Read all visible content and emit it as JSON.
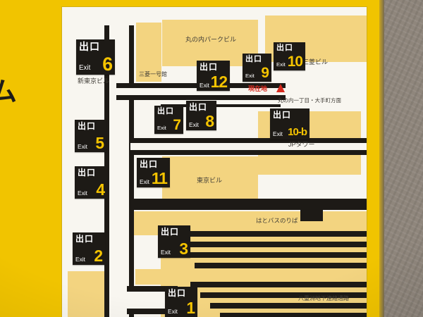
{
  "sign": {
    "partial_side_text": "ム"
  },
  "map": {
    "current_location_label": "現在地",
    "direction_label": "丸の内一丁目・大手町方面",
    "labels": {
      "marunouchi_park_bldg": "丸の内パークビル",
      "mitsubishi_bldg": "三菱ビル",
      "shin_tokyo_bldg": "新東京ビル",
      "mitsubishi_ichigokan": "三菱一号館",
      "jp_tower": "JPタワー",
      "tokyo_bldg": "東京ビル",
      "hato_bus_stop": "はとバスのりば",
      "yaesu_passage": "八重洲地下連絡通路"
    },
    "exits": [
      {
        "jp": "出口",
        "en": "Exit",
        "num": "6"
      },
      {
        "jp": "出口",
        "en": "Exit",
        "num": "12"
      },
      {
        "jp": "出口",
        "en": "Exit",
        "num": "9"
      },
      {
        "jp": "出口",
        "en": "Exit",
        "num": "10"
      },
      {
        "jp": "出口",
        "en": "Exit",
        "num": "7"
      },
      {
        "jp": "出口",
        "en": "Exit",
        "num": "8"
      },
      {
        "jp": "出口",
        "en": "Exit",
        "num": "10-b"
      },
      {
        "jp": "出口",
        "en": "Exit",
        "num": "5"
      },
      {
        "jp": "出口",
        "en": "Exit",
        "num": "11"
      },
      {
        "jp": "出口",
        "en": "Exit",
        "num": "4"
      },
      {
        "jp": "出口",
        "en": "Exit",
        "num": "3"
      },
      {
        "jp": "出口",
        "en": "Exit",
        "num": "2"
      },
      {
        "jp": "出口",
        "en": "Exit",
        "num": "1"
      }
    ]
  },
  "colors": {
    "sign_yellow": "#f1c400",
    "building_yellow": "#f3d480",
    "badge_black": "#1d1a16",
    "exit_number_yellow": "#f5c400",
    "marker_red": "#d62b1f"
  }
}
